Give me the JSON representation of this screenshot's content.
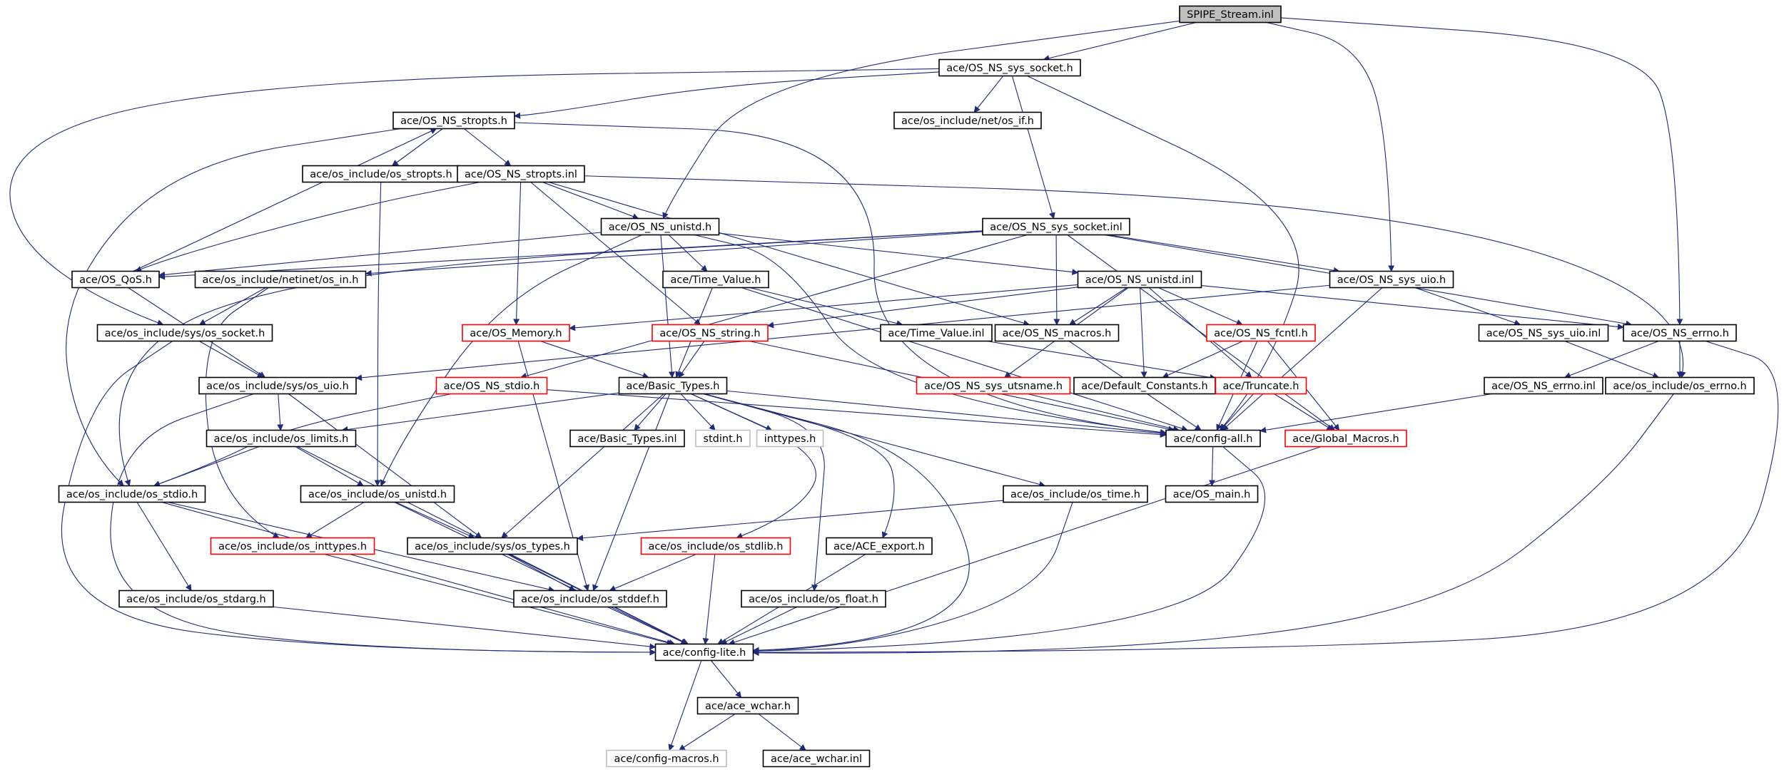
{
  "diagram": {
    "type": "include-dependency-graph",
    "colors": {
      "edge": "#1f2a7a",
      "root_fill": "#bfbfbf",
      "normal_border": "#000000",
      "truncated_border": "#ff0000",
      "external_border": "#c0c0c0"
    },
    "nodes": [
      {
        "id": "root",
        "label": "SPIPE_Stream.inl",
        "style": "root"
      },
      {
        "id": "ns_sys_socket_h",
        "label": "ace/OS_NS_sys_socket.h",
        "style": "normal"
      },
      {
        "id": "ns_stropts_h",
        "label": "ace/OS_NS_stropts.h",
        "style": "normal"
      },
      {
        "id": "net_os_if",
        "label": "ace/os_include/net/os_if.h",
        "style": "normal"
      },
      {
        "id": "os_stropts",
        "label": "ace/os_include/os_stropts.h",
        "style": "normal"
      },
      {
        "id": "ns_stropts_inl",
        "label": "ace/OS_NS_stropts.inl",
        "style": "normal"
      },
      {
        "id": "ns_unistd_h",
        "label": "ace/OS_NS_unistd.h",
        "style": "normal"
      },
      {
        "id": "ns_sys_socket_inl",
        "label": "ace/OS_NS_sys_socket.inl",
        "style": "normal"
      },
      {
        "id": "os_qos",
        "label": "ace/OS_QoS.h",
        "style": "normal"
      },
      {
        "id": "netinet_os_in",
        "label": "ace/os_include/netinet/os_in.h",
        "style": "normal"
      },
      {
        "id": "time_value_h",
        "label": "ace/Time_Value.h",
        "style": "normal"
      },
      {
        "id": "ns_unistd_inl",
        "label": "ace/OS_NS_unistd.inl",
        "style": "normal"
      },
      {
        "id": "ns_sys_uio_h",
        "label": "ace/OS_NS_sys_uio.h",
        "style": "normal"
      },
      {
        "id": "sys_os_socket",
        "label": "ace/os_include/sys/os_socket.h",
        "style": "normal"
      },
      {
        "id": "os_memory",
        "label": "ace/OS_Memory.h",
        "style": "truncated"
      },
      {
        "id": "ns_string",
        "label": "ace/OS_NS_string.h",
        "style": "truncated"
      },
      {
        "id": "time_value_inl",
        "label": "ace/Time_Value.inl",
        "style": "normal"
      },
      {
        "id": "ns_macros",
        "label": "ace/OS_NS_macros.h",
        "style": "normal"
      },
      {
        "id": "ns_fcntl",
        "label": "ace/OS_NS_fcntl.h",
        "style": "truncated"
      },
      {
        "id": "ns_sys_uio_inl",
        "label": "ace/OS_NS_sys_uio.inl",
        "style": "normal"
      },
      {
        "id": "ns_errno_h",
        "label": "ace/OS_NS_errno.h",
        "style": "normal"
      },
      {
        "id": "sys_os_uio",
        "label": "ace/os_include/sys/os_uio.h",
        "style": "normal"
      },
      {
        "id": "ns_stdio",
        "label": "ace/OS_NS_stdio.h",
        "style": "truncated"
      },
      {
        "id": "basic_types_h",
        "label": "ace/Basic_Types.h",
        "style": "normal"
      },
      {
        "id": "ns_utsname",
        "label": "ace/OS_NS_sys_utsname.h",
        "style": "truncated"
      },
      {
        "id": "default_constants",
        "label": "ace/Default_Constants.h",
        "style": "normal"
      },
      {
        "id": "truncate",
        "label": "ace/Truncate.h",
        "style": "truncated"
      },
      {
        "id": "ns_errno_inl",
        "label": "ace/OS_NS_errno.inl",
        "style": "normal"
      },
      {
        "id": "os_errno",
        "label": "ace/os_include/os_errno.h",
        "style": "normal"
      },
      {
        "id": "os_limits",
        "label": "ace/os_include/os_limits.h",
        "style": "normal"
      },
      {
        "id": "basic_types_inl",
        "label": "ace/Basic_Types.inl",
        "style": "normal"
      },
      {
        "id": "stdint",
        "label": "stdint.h",
        "style": "external"
      },
      {
        "id": "inttypes",
        "label": "inttypes.h",
        "style": "external"
      },
      {
        "id": "config_all",
        "label": "ace/config-all.h",
        "style": "normal"
      },
      {
        "id": "global_macros",
        "label": "ace/Global_Macros.h",
        "style": "truncated"
      },
      {
        "id": "os_stdio",
        "label": "ace/os_include/os_stdio.h",
        "style": "normal"
      },
      {
        "id": "os_unistd",
        "label": "ace/os_include/os_unistd.h",
        "style": "normal"
      },
      {
        "id": "os_time",
        "label": "ace/os_include/os_time.h",
        "style": "normal"
      },
      {
        "id": "os_main",
        "label": "ace/OS_main.h",
        "style": "normal"
      },
      {
        "id": "os_inttypes",
        "label": "ace/os_include/os_inttypes.h",
        "style": "truncated"
      },
      {
        "id": "sys_os_types",
        "label": "ace/os_include/sys/os_types.h",
        "style": "normal"
      },
      {
        "id": "os_stdlib",
        "label": "ace/os_include/os_stdlib.h",
        "style": "truncated"
      },
      {
        "id": "ace_export",
        "label": "ace/ACE_export.h",
        "style": "normal"
      },
      {
        "id": "os_stdarg",
        "label": "ace/os_include/os_stdarg.h",
        "style": "normal"
      },
      {
        "id": "os_stddef",
        "label": "ace/os_include/os_stddef.h",
        "style": "normal"
      },
      {
        "id": "os_float",
        "label": "ace/os_include/os_float.h",
        "style": "normal"
      },
      {
        "id": "config_lite",
        "label": "ace/config-lite.h",
        "style": "normal"
      },
      {
        "id": "ace_wchar_h",
        "label": "ace/ace_wchar.h",
        "style": "normal"
      },
      {
        "id": "config_macros",
        "label": "ace/config-macros.h",
        "style": "external"
      },
      {
        "id": "ace_wchar_inl",
        "label": "ace/ace_wchar.inl",
        "style": "normal"
      }
    ],
    "edges": [
      [
        "root",
        "ns_sys_socket_h"
      ],
      [
        "root",
        "ns_unistd_h"
      ],
      [
        "root",
        "ns_sys_uio_h"
      ],
      [
        "root",
        "ns_errno_h"
      ],
      [
        "ns_sys_socket_h",
        "ns_stropts_h"
      ],
      [
        "ns_sys_socket_h",
        "net_os_if"
      ],
      [
        "ns_sys_socket_h",
        "ns_sys_socket_inl"
      ],
      [
        "ns_sys_socket_h",
        "sys_os_socket"
      ],
      [
        "ns_sys_socket_h",
        "config_all"
      ],
      [
        "ns_stropts_h",
        "os_stropts"
      ],
      [
        "ns_stropts_h",
        "ns_stropts_inl"
      ],
      [
        "ns_stropts_h",
        "os_stdio"
      ],
      [
        "ns_stropts_h",
        "config_all"
      ],
      [
        "os_stropts",
        "os_unistd"
      ],
      [
        "ns_stropts_inl",
        "ns_unistd_h"
      ],
      [
        "ns_stropts_inl",
        "os_qos"
      ],
      [
        "ns_stropts_inl",
        "os_memory"
      ],
      [
        "ns_stropts_inl",
        "ns_string"
      ],
      [
        "ns_stropts_inl",
        "ns_macros"
      ],
      [
        "ns_stropts_inl",
        "os_errno"
      ],
      [
        "os_qos",
        "ns_stropts_h"
      ],
      [
        "os_qos",
        "sys_os_uio"
      ],
      [
        "ns_unistd_h",
        "time_value_h"
      ],
      [
        "ns_unistd_h",
        "basic_types_h"
      ],
      [
        "ns_unistd_h",
        "os_unistd"
      ],
      [
        "ns_unistd_h",
        "ns_unistd_inl"
      ],
      [
        "ns_unistd_h",
        "os_qos"
      ],
      [
        "ns_unistd_h",
        "config_all"
      ],
      [
        "ns_sys_socket_inl",
        "netinet_os_in"
      ],
      [
        "ns_sys_socket_inl",
        "os_qos"
      ],
      [
        "ns_sys_socket_inl",
        "ns_stdio"
      ],
      [
        "ns_sys_socket_inl",
        "ns_macros"
      ],
      [
        "ns_sys_socket_inl",
        "ns_sys_uio_h"
      ],
      [
        "ns_sys_socket_inl",
        "ns_errno_h"
      ],
      [
        "ns_sys_socket_inl",
        "global_macros"
      ],
      [
        "ns_sys_socket_inl",
        "os_stdio"
      ],
      [
        "netinet_os_in",
        "sys_os_socket"
      ],
      [
        "netinet_os_in",
        "os_inttypes"
      ],
      [
        "sys_os_socket",
        "sys_os_uio"
      ],
      [
        "sys_os_socket",
        "config_lite"
      ],
      [
        "time_value_h",
        "basic_types_h"
      ],
      [
        "time_value_h",
        "time_value_inl"
      ],
      [
        "time_value_h",
        "config_all"
      ],
      [
        "time_value_inl",
        "truncate"
      ],
      [
        "ns_unistd_inl",
        "ns_macros"
      ],
      [
        "ns_unistd_inl",
        "ns_string"
      ],
      [
        "ns_unistd_inl",
        "os_memory"
      ],
      [
        "ns_unistd_inl",
        "ns_fcntl"
      ],
      [
        "ns_unistd_inl",
        "ns_utsname"
      ],
      [
        "ns_unistd_inl",
        "default_constants"
      ],
      [
        "ns_unistd_inl",
        "truncate"
      ],
      [
        "ns_unistd_inl",
        "ns_errno_h"
      ],
      [
        "ns_sys_uio_h",
        "ns_sys_uio_inl"
      ],
      [
        "ns_sys_uio_h",
        "sys_os_uio"
      ],
      [
        "ns_sys_uio_h",
        "config_all"
      ],
      [
        "ns_sys_uio_inl",
        "os_errno"
      ],
      [
        "ns_errno_h",
        "ns_errno_inl"
      ],
      [
        "ns_errno_h",
        "os_errno"
      ],
      [
        "ns_errno_h",
        "config_lite"
      ],
      [
        "ns_errno_inl",
        "config_all"
      ],
      [
        "os_errno",
        "config_lite"
      ],
      [
        "os_memory",
        "basic_types_h"
      ],
      [
        "os_memory",
        "os_stddef"
      ],
      [
        "ns_string",
        "basic_types_h"
      ],
      [
        "ns_string",
        "config_all"
      ],
      [
        "ns_macros",
        "config_all"
      ],
      [
        "ns_fcntl",
        "default_constants"
      ],
      [
        "ns_fcntl",
        "config_all"
      ],
      [
        "ns_fcntl",
        "global_macros"
      ],
      [
        "ns_utsname",
        "config_all"
      ],
      [
        "truncate",
        "config_all"
      ],
      [
        "truncate",
        "global_macros"
      ],
      [
        "ns_stdio",
        "config_all"
      ],
      [
        "ns_stdio",
        "os_stdio"
      ],
      [
        "sys_os_uio",
        "os_limits"
      ],
      [
        "sys_os_uio",
        "sys_os_types"
      ],
      [
        "sys_os_uio",
        "config_lite"
      ],
      [
        "basic_types_h",
        "basic_types_inl"
      ],
      [
        "basic_types_h",
        "stdint"
      ],
      [
        "basic_types_h",
        "inttypes"
      ],
      [
        "basic_types_h",
        "os_limits"
      ],
      [
        "basic_types_h",
        "sys_os_types"
      ],
      [
        "basic_types_h",
        "os_stdlib"
      ],
      [
        "basic_types_h",
        "os_stddef"
      ],
      [
        "basic_types_h",
        "os_float"
      ],
      [
        "basic_types_h",
        "ace_export"
      ],
      [
        "basic_types_h",
        "os_time"
      ],
      [
        "basic_types_h",
        "config_all"
      ],
      [
        "basic_types_h",
        "config_lite"
      ],
      [
        "config_all",
        "os_main"
      ],
      [
        "config_all",
        "config_lite"
      ],
      [
        "global_macros",
        "config_lite"
      ],
      [
        "os_limits",
        "os_stdio"
      ],
      [
        "os_limits",
        "os_unistd"
      ],
      [
        "os_limits",
        "config_lite"
      ],
      [
        "os_stdio",
        "os_stdarg"
      ],
      [
        "os_stdio",
        "os_stddef"
      ],
      [
        "os_stdio",
        "config_lite"
      ],
      [
        "os_unistd",
        "os_inttypes"
      ],
      [
        "os_unistd",
        "sys_os_types"
      ],
      [
        "os_unistd",
        "config_lite"
      ],
      [
        "os_time",
        "sys_os_types"
      ],
      [
        "os_time",
        "config_lite"
      ],
      [
        "os_inttypes",
        "config_lite"
      ],
      [
        "sys_os_types",
        "os_stddef"
      ],
      [
        "sys_os_types",
        "config_lite"
      ],
      [
        "os_stdlib",
        "os_stddef"
      ],
      [
        "os_stdlib",
        "config_lite"
      ],
      [
        "ace_export",
        "config_lite"
      ],
      [
        "os_stdarg",
        "config_lite"
      ],
      [
        "os_stddef",
        "config_lite"
      ],
      [
        "os_float",
        "config_lite"
      ],
      [
        "config_lite",
        "ace_wchar_h"
      ],
      [
        "config_lite",
        "config_macros"
      ],
      [
        "ace_wchar_h",
        "config_macros"
      ],
      [
        "ace_wchar_h",
        "ace_wchar_inl"
      ]
    ]
  }
}
